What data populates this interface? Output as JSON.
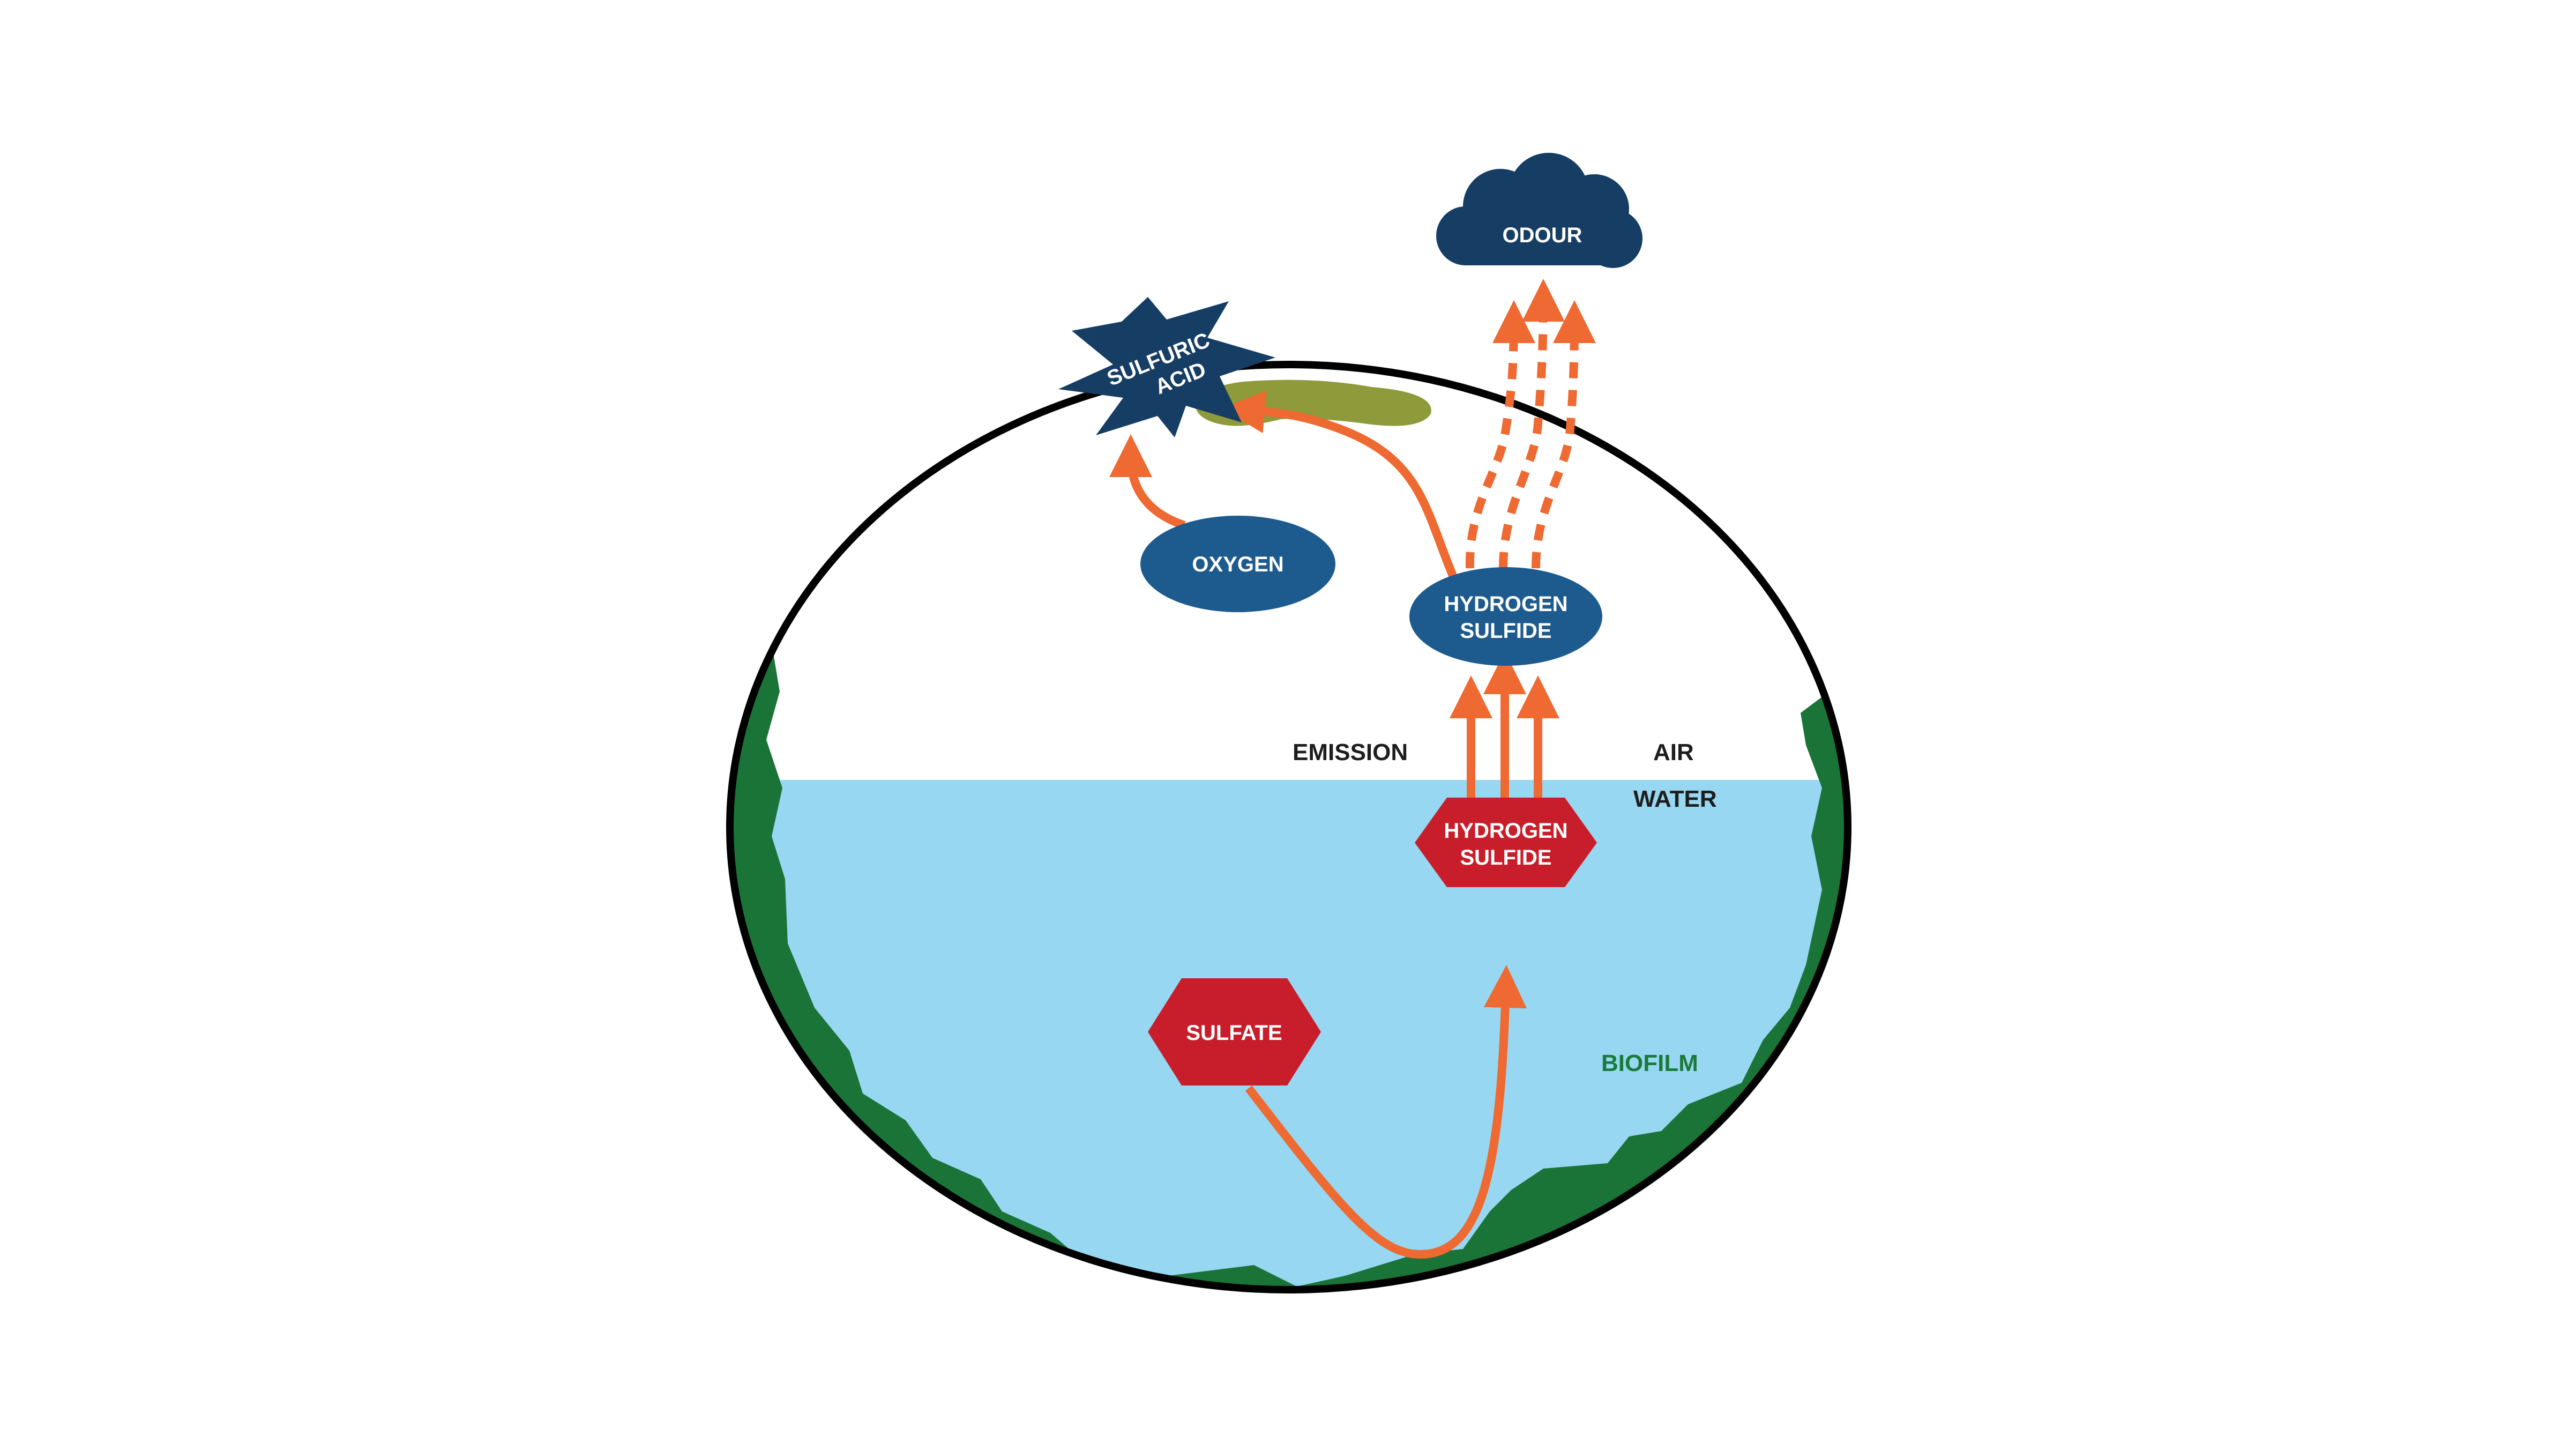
{
  "colors": {
    "water": "#97d7f1",
    "biofilm": "#1a7438",
    "outline": "#000000",
    "arrow": "#ee6a32",
    "blue_node": "#1d5a8e",
    "dark_blue_node": "#163d63",
    "red_node": "#c81e2b",
    "deposit": "#8f9a3a"
  },
  "labels": {
    "odour": "ODOUR",
    "sulfuric_acid_line1": "SULFURIC",
    "sulfuric_acid_line2": "ACID",
    "oxygen": "OXYGEN",
    "h2s_air_line1": "HYDROGEN",
    "h2s_air_line2": "SULFIDE",
    "h2s_water_line1": "HYDROGEN",
    "h2s_water_line2": "SULFIDE",
    "sulfate": "SULFATE",
    "emission": "EMISSION",
    "air": "AIR",
    "water": "WATER",
    "biofilm": "BIOFILM"
  },
  "icons": {
    "odour": "cloud-icon",
    "sulfuric_acid": "starburst-icon"
  }
}
